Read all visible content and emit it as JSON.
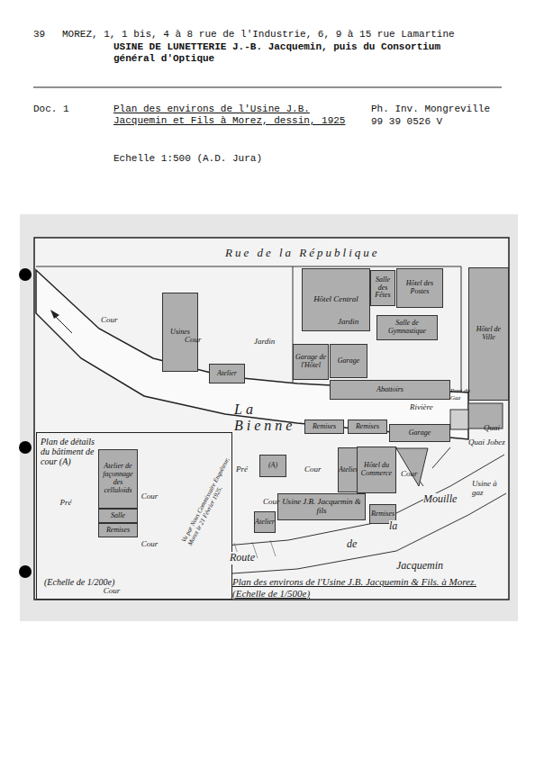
{
  "diagram": {
    "title": "USINE DE LUNETTERIE J.-B. Jacquemin, puis du Consortium général d'Optique",
    "nodes": [
      {
        "text": [
          "Usines"
        ]
      },
      {
        "text": [
          "Atelier"
        ]
      },
      {
        "text": [
          "Hôtel Central"
        ]
      },
      {
        "text": [
          "Salle des Fêtes"
        ]
      },
      {
        "text": [
          "Hôtel des Postes"
        ]
      },
      {
        "text": [
          "Salle de Gymnastique"
        ]
      },
      {
        "text": [
          "Hôtel de Ville"
        ]
      },
      {
        "text": [
          "Garage de l'Hôtel"
        ]
      },
      {
        "text": [
          "Garage"
        ]
      },
      {
        "text": [
          "Abattoirs"
        ]
      },
      {
        "text": [
          "Remises"
        ]
      },
      {
        "text": [
          "Remises"
        ]
      },
      {
        "text": [
          "Garage"
        ]
      },
      {
        "text": [
          "(A)"
        ]
      },
      {
        "text": [
          "Atelier"
        ]
      },
      {
        "text": [
          "Hôtel du Commerce"
        ]
      },
      {
        "text": [
          "Usine J.B. Jacquemin & fils"
        ]
      },
      {
        "text": [
          "Atelier"
        ]
      },
      {
        "text": [
          "Remises"
        ]
      },
      {
        "text": [
          "Plan de détails du bâtiment de cour (A)",
          "(Echelle de 1/200e)"
        ]
      },
      {
        "text": [
          "Atelier de façonnage des celluloïds"
        ],
        "in": 19
      },
      {
        "text": [
          "Salle"
        ],
        "in": 19
      },
      {
        "text": [
          "Remises"
        ],
        "in": 19
      }
    ],
    "labels": [
      "39",
      "MOREZ, 1, 1 bis, 4 à 8 rue de l'Industrie, 6, 9 à 15 rue Lamartine",
      "Doc. 1",
      "Plan des environs de l'Usine J.B. Jacquemin et Fils à Morez, dessin, 1925",
      "Ph. Inv. Mongreville",
      "99 39 0526 V",
      "Echelle 1:500 (A.D. Jura)",
      "Rue de la République",
      "Cour",
      "Cour",
      "Jardin",
      "Jardin",
      "La Bienne",
      "Rivière",
      "Pont du Gaz",
      "Quai",
      "Quai Jobez",
      "Pré",
      "Cour",
      "Cour",
      "Cour",
      "Usine à gaz",
      "Route",
      "de",
      "la",
      "Mouille",
      "Jacquemin",
      "Plan des environs de l'Usine J.B. Jacquemin & Fils. à Morez. (Echelle de 1/500e)",
      "Vu par Nous Commissaire Enquêteur, Morez le 21 Février 1925.",
      "Pré",
      "Cour",
      "Cour",
      "Cour"
    ]
  }
}
